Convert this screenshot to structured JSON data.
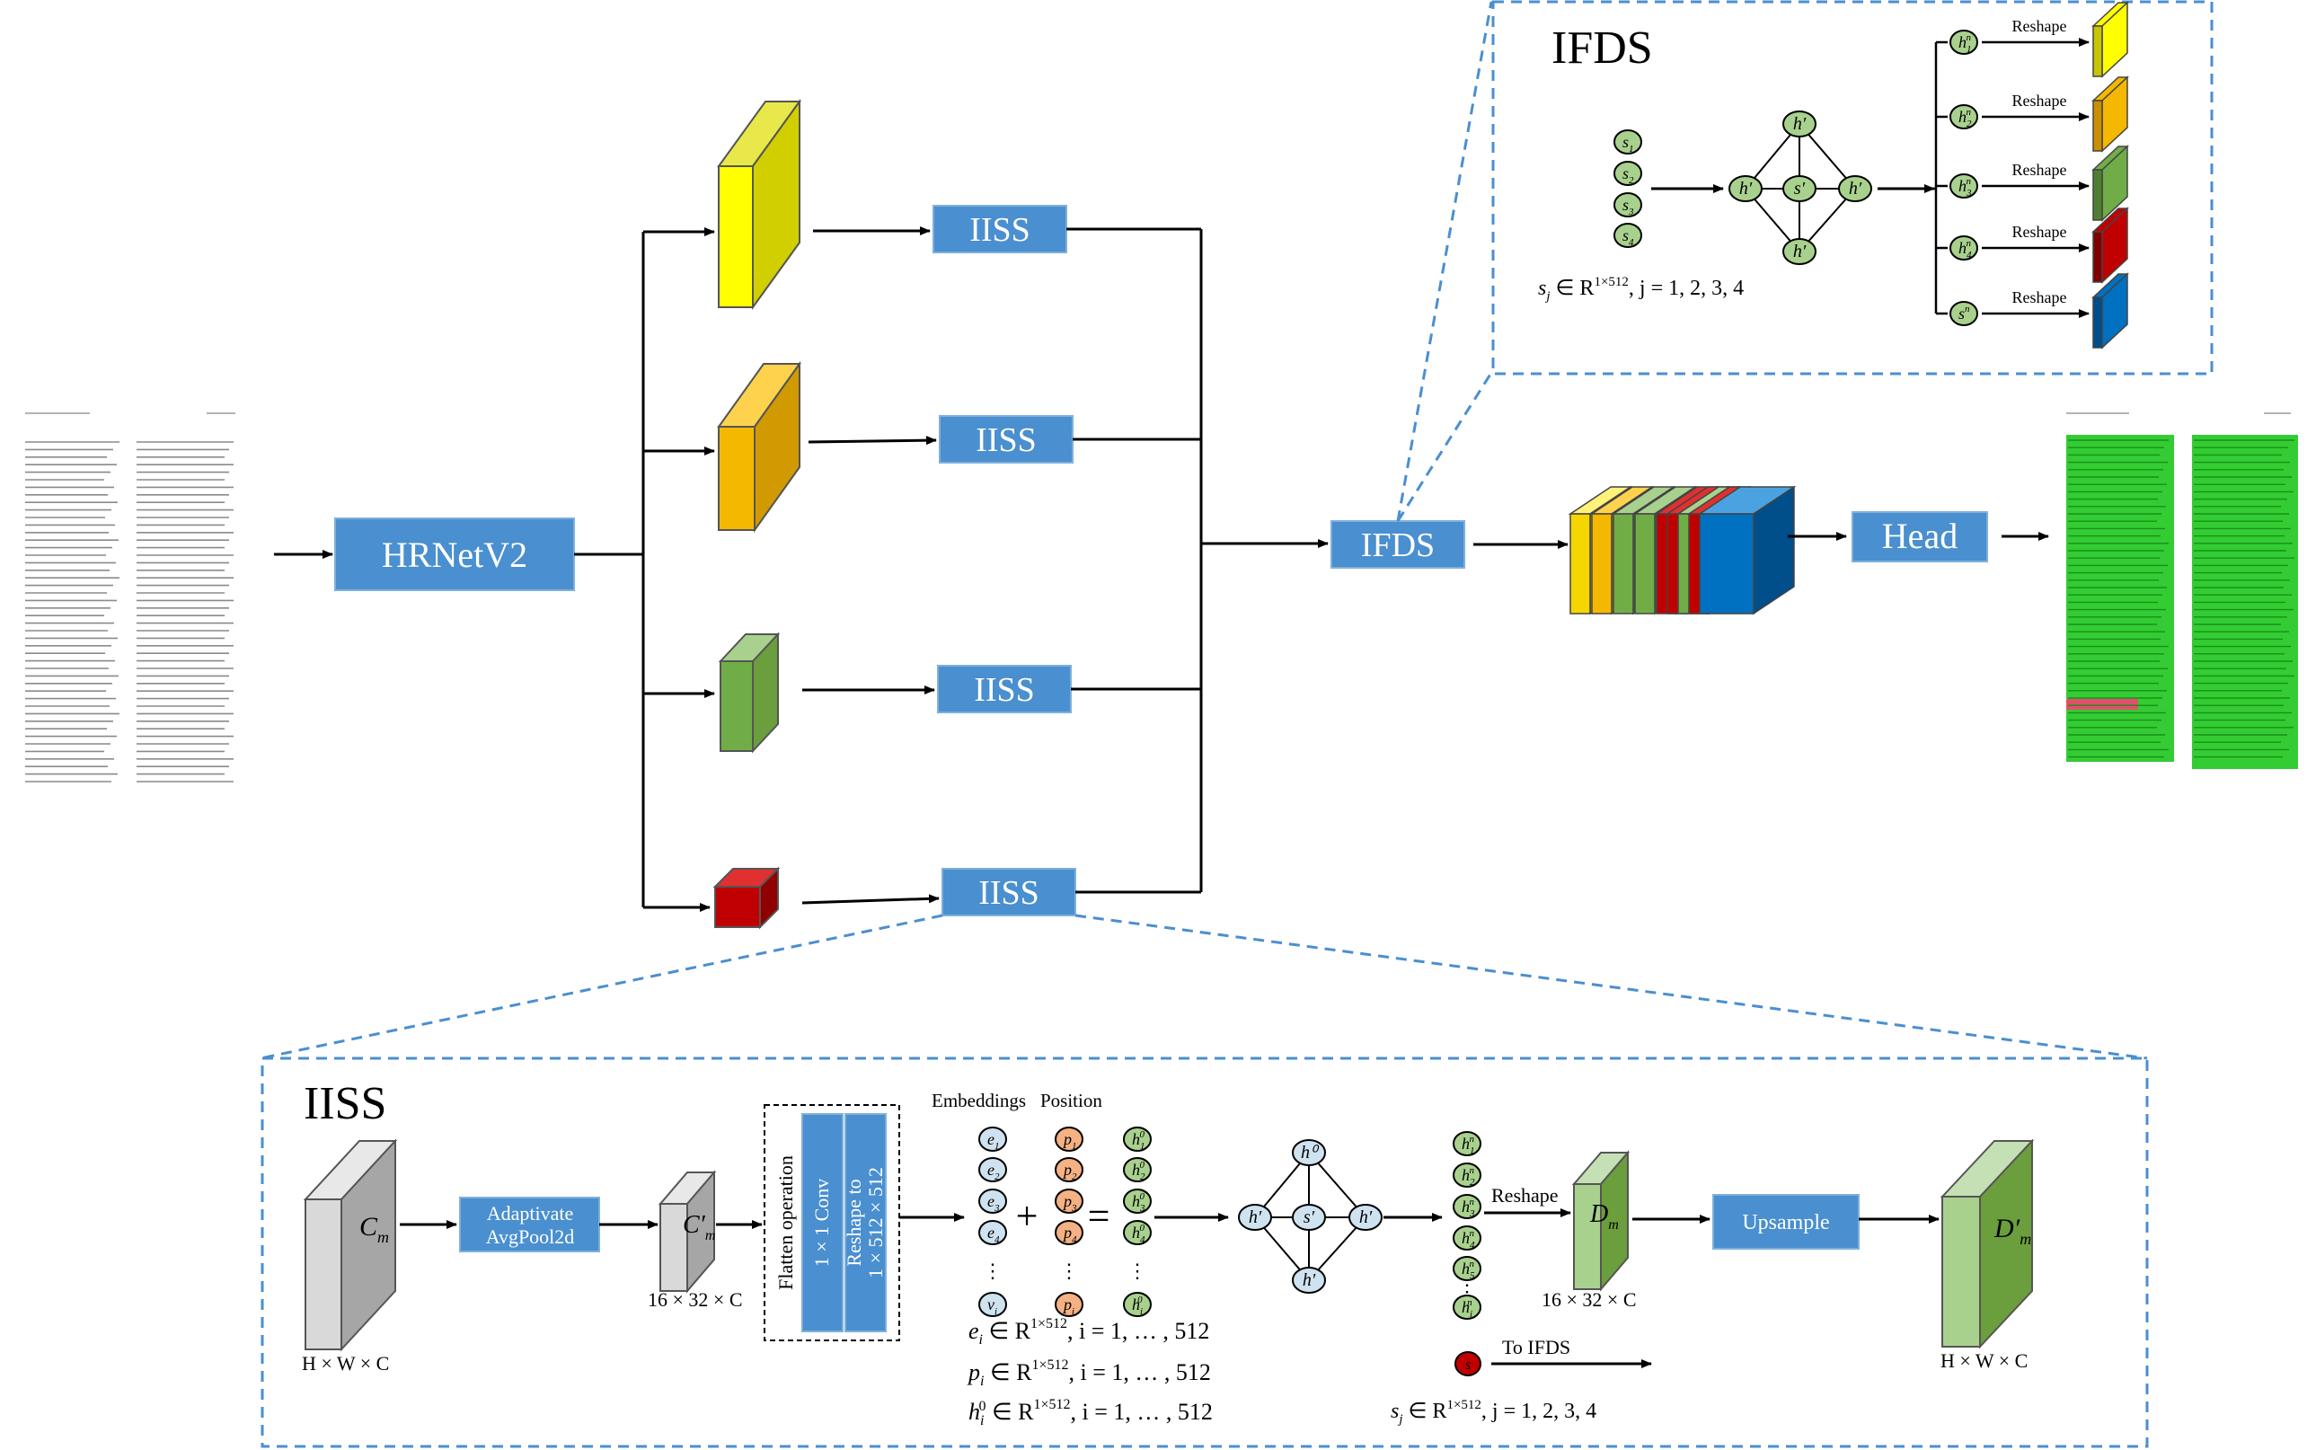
{
  "colors": {
    "box_blue": "#4a8fcf",
    "dash_blue": "#4a8fcf",
    "yellow": "#ffff00",
    "orange": "#f5b800",
    "green": "#70ad47",
    "red": "#c00000",
    "blue": "#0070c0",
    "node_blue": "#cfe2ef",
    "node_green": "#a9d18e",
    "node_orange": "#f4b183",
    "highlight_green": "#33cc33"
  },
  "main": {
    "backbone": "HRNetV2",
    "iiss": "IISS",
    "ifds": "IFDS",
    "head": "Head"
  },
  "ifds_panel": {
    "title": "IFDS",
    "s_nodes": [
      "s",
      "s",
      "s",
      "s"
    ],
    "s_subs": [
      "1",
      "2",
      "3",
      "4"
    ],
    "formula": "s",
    "formula_sub": "j",
    "formula_rest": " ∈ R",
    "formula_sup": "1×512",
    "formula_tail": ", j = 1, 2, 3, 4",
    "reshape_label": "Reshape",
    "out_nodes": [
      "h",
      "h",
      "h",
      "h",
      "s"
    ]
  },
  "iiss_panel": {
    "title": "IISS",
    "cm": "C",
    "cm_sub": "m",
    "input_dim": "H × W  × C",
    "adaptive_line1": "Adaptivate",
    "adaptive_line2": "AvgPool2d",
    "cpm": "C′",
    "cpm_sub": "m",
    "pooled_dim": "16 × 32  × C",
    "flatten": "Flatten operation",
    "conv": "1 × 1 Conv",
    "reshape_to": "Reshape to",
    "reshape_dim": "1 × 512 × 512",
    "embeddings": "Embeddings",
    "position": "Position",
    "plus": "+",
    "equals": "=",
    "dots": "⋮",
    "e_formula": "e",
    "p_formula": "p",
    "h_formula": "h",
    "formula_range": " ∈ R",
    "formula_sup": "1×512",
    "formula_tail": ", i = 1, … , 512",
    "reshape_label": "Reshape",
    "dm": "D",
    "dm_sub": "m",
    "dm_dim": "16 × 32  × C",
    "upsample": "Upsample",
    "dpm": "D′",
    "dpm_sub": "m",
    "output_dim": "H × W  × C",
    "to_ifds": "To IFDS",
    "sj_formula": "s",
    "sj_sub": "j",
    "sj_tail": ", j = 1, 2, 3, 4"
  }
}
